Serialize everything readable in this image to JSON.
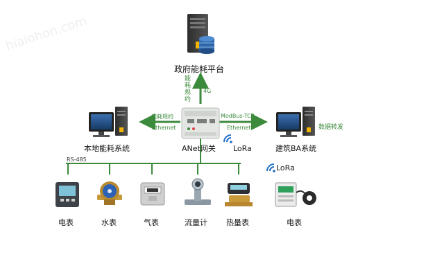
{
  "watermark": "hiaiohon.com",
  "nodes": {
    "gov_platform": "政府能耗平台",
    "local_system": "本地能耗系统",
    "gateway": "ANet网关",
    "ba_system": "建筑BA系统"
  },
  "links": {
    "uplink_protocol": "能耗规约",
    "uplink_network": "4G",
    "left_protocol": "能耗规约",
    "left_network": "Ethernet",
    "right_protocol": "ModBus-TCP",
    "right_network": "Ethernet",
    "right_data": "数据转发",
    "bus": "RS-485"
  },
  "wireless": {
    "gateway_lora": "LoRa",
    "meter_lora": "LoRa"
  },
  "devices": [
    {
      "label": "电表",
      "icon": "power-meter-icon"
    },
    {
      "label": "水表",
      "icon": "water-meter-icon"
    },
    {
      "label": "气表",
      "icon": "gas-meter-icon"
    },
    {
      "label": "流量计",
      "icon": "flow-meter-icon"
    },
    {
      "label": "热量表",
      "icon": "heat-meter-icon"
    }
  ],
  "wireless_device": {
    "label": "电表",
    "icon": "wireless-power-meter-icon"
  },
  "colors": {
    "link": "#3c8a3c",
    "lora": "#1e6fc8",
    "server": "#3a3a3a",
    "accent": "#f2b400"
  }
}
